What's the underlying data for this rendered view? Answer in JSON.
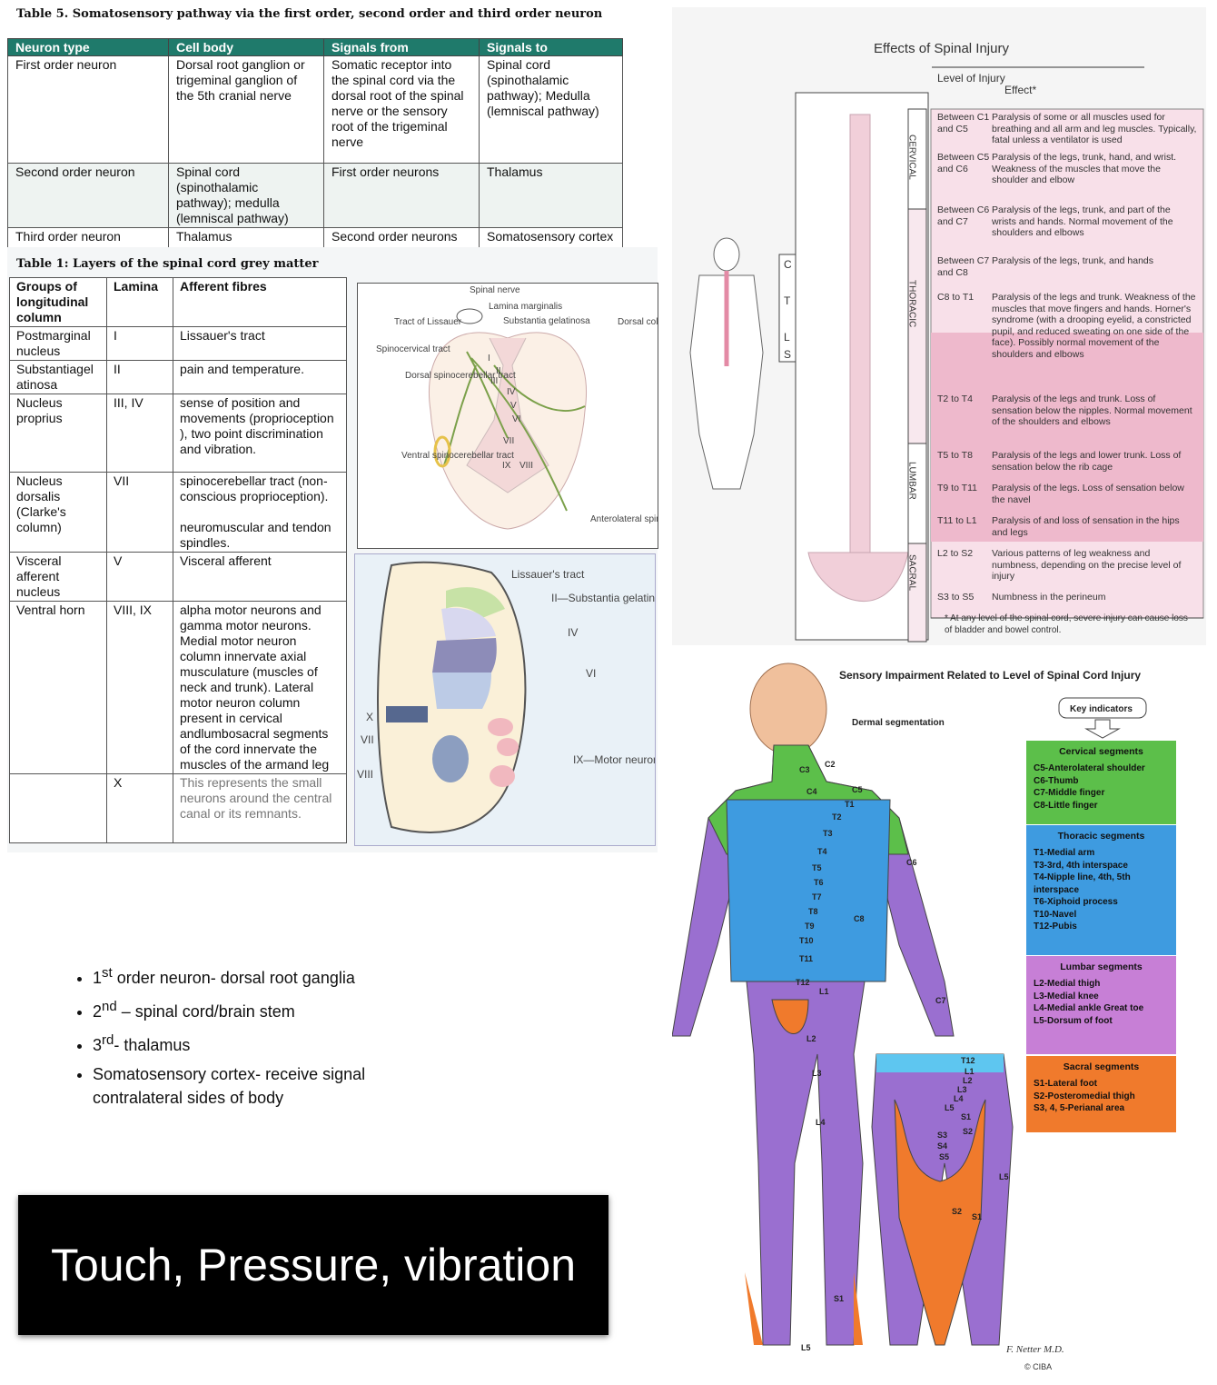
{
  "table5": {
    "title": "Table 5.  Somatosensory pathway via the first order, second order and third order neuron",
    "headers": [
      "Neuron type",
      "Cell body",
      "Signals from",
      "Signals to"
    ],
    "rows": [
      [
        "First order neuron",
        "Dorsal root ganglion or trigeminal ganglion of the 5th cranial nerve",
        "Somatic receptor into the spinal cord via the dorsal root of the spinal nerve or the sensory root of the trigeminal nerve",
        "Spinal cord (spinothalamic pathway); Medulla (lemniscal pathway)"
      ],
      [
        "Second order neuron",
        "Spinal cord (spinothalamic pathway); medulla (lemniscal pathway)",
        "First order neurons",
        "Thalamus"
      ],
      [
        "Third order neuron",
        "Thalamus",
        "Second order neurons",
        "Somatosensory cortex"
      ]
    ]
  },
  "table1": {
    "title": "Table 1:  Layers of the spinal cord grey matter",
    "headers": [
      "Groups of longitudinal column",
      "Lamina",
      "Afferent fibres"
    ],
    "rows": [
      [
        "Postmarginal nucleus",
        "I",
        "Lissauer's tract"
      ],
      [
        "Substantiagel atinosa",
        "II",
        "pain and temperature."
      ],
      [
        "Nucleus proprius",
        "III, IV",
        "sense of position and movements (proprioception ), two point discrimination and vibration."
      ],
      [
        "Nucleus dorsalis (Clarke's column)",
        "VII",
        "spinocerebellar tract (non-conscious proprioception).\n\nneuromuscular and tendon spindles."
      ],
      [
        "Visceral afferent nucleus",
        "V",
        "Visceral afferent"
      ],
      [
        "Ventral horn",
        "VIII, IX",
        "alpha motor neurons and gamma motor neurons. Medial  motor neuron column innervate axial musculature (muscles of neck and trunk). Lateral motor neuron column present in cervical andlumbosacral segments of the cord  innervate the muscles of the armand leg"
      ],
      [
        "",
        "X",
        "This represents the small neurons around the central canal or its remnants."
      ]
    ]
  },
  "fig_cord_top": {
    "labels": [
      "Spinal nerve",
      "Lamina marginalis",
      "Substantia gelatinosa",
      "Tract of Lissauer",
      "Dorsal column",
      "Spinocervical tract",
      "Dorsal spinocerebellar tract",
      "Ventral spinocerebellar tract",
      "Anterolateral spinothalamic pathway"
    ],
    "laminae": [
      "I",
      "II",
      "III",
      "IV",
      "V",
      "VI",
      "VII",
      "VIII",
      "IX"
    ]
  },
  "fig_cord_bottom": {
    "labels": [
      "Lissauer's tract",
      "II—Substantia gelatinosa",
      "IV",
      "VI",
      "X",
      "VII",
      "VIII",
      "IX—Motor neuron pools"
    ]
  },
  "bullets": [
    {
      "sup": "st",
      "pre": "1",
      "text": " order neuron- dorsal root ganglia"
    },
    {
      "sup": "nd",
      "pre": "2",
      "text": " – spinal cord/brain stem"
    },
    {
      "sup": "rd",
      "pre": "3",
      "text": "- thalamus"
    },
    {
      "sup": "",
      "pre": "",
      "text": "Somatosensory cortex- receive signal contralateral sides of body"
    }
  ],
  "banner": "Touch, Pressure, vibration",
  "spinal_injury": {
    "title": "Effects of Spinal Injury",
    "col_level": "Level of Injury",
    "col_effect": "Effect*",
    "regions": [
      "CERVICAL",
      "THORACIC",
      "LUMBAR",
      "SACRAL"
    ],
    "side_letters": [
      "C",
      "T",
      "L",
      "S"
    ],
    "rows": [
      {
        "level": "Between C1 and C5",
        "effect": "Paralysis of some or all muscles used for breathing and all arm and leg muscles. Typically, fatal unless a ventilator is used"
      },
      {
        "level": "Between C5 and C6",
        "effect": "Paralysis of the legs, trunk, hand, and wrist. Weakness of the muscles that move the shoulder and elbow"
      },
      {
        "level": "Between C6 and C7",
        "effect": "Paralysis of the legs, trunk, and part of the wrists and hands. Normal movement of the shoulders and elbows"
      },
      {
        "level": "Between C7 and C8",
        "effect": "Paralysis of the legs, trunk, and hands"
      },
      {
        "level": "C8 to T1",
        "effect": "Paralysis of the legs and trunk. Weakness of the muscles that move fingers and hands. Horner's syndrome (with a drooping eyelid, a constricted pupil, and reduced sweating on one side of the face). Possibly normal movement of the shoulders and elbows"
      },
      {
        "level": "T2 to T4",
        "effect": "Paralysis of the legs and trunk. Loss of sensation below the nipples. Normal movement of the shoulders and elbows"
      },
      {
        "level": "T5 to T8",
        "effect": "Paralysis of the legs and lower trunk. Loss of sensation below the rib cage"
      },
      {
        "level": "T9 to T11",
        "effect": "Paralysis of the legs. Loss of sensation below the navel"
      },
      {
        "level": "T11 to L1",
        "effect": "Paralysis of and loss of sensation in the hips and legs"
      },
      {
        "level": "L2 to S2",
        "effect": "Various patterns of leg weakness and numbness, depending on the precise level of injury"
      },
      {
        "level": "S3 to S5",
        "effect": "Numbness in the perineum"
      }
    ],
    "footnote": "* At any level of the spinal cord, severe injury can cause loss of bladder and bowel control."
  },
  "dermatome": {
    "title": "Sensory Impairment Related to Level of Spinal Cord Injury",
    "dermal_label": "Dermal segmentation",
    "key_label": "Key indicators",
    "groups": [
      {
        "title": "Cervical segments",
        "color": "#5cbf4a",
        "items": [
          "C5-Anterolateral shoulder",
          "C6-Thumb",
          "C7-Middle finger",
          "C8-Little finger"
        ]
      },
      {
        "title": "Thoracic segments",
        "color": "#3e9be0",
        "items": [
          "T1-Medial arm",
          "T3-3rd, 4th interspace",
          "T4-Nipple line, 4th, 5th interspace",
          "T6-Xiphoid process",
          "T10-Navel",
          "T12-Pubis"
        ]
      },
      {
        "title": "Lumbar segments",
        "color": "#c77fd6",
        "items": [
          "L2-Medial thigh",
          "L3-Medial knee",
          "L4-Medial ankle Great toe",
          "L5-Dorsum of foot"
        ]
      },
      {
        "title": "Sacral segments",
        "color": "#f07a2c",
        "items": [
          "S1-Lateral foot",
          "S2-Posteromedial thigh",
          "S3, 4, 5-Perianal area"
        ]
      }
    ],
    "front_labels": [
      "C2",
      "C3",
      "C4",
      "C5",
      "T1",
      "T2",
      "T3",
      "T4",
      "T5",
      "T6",
      "T7",
      "T8",
      "T9",
      "T10",
      "T11",
      "T12",
      "L1",
      "L2",
      "L3",
      "L4",
      "L5",
      "S1",
      "C6",
      "C7",
      "C8"
    ],
    "back_labels": [
      "T12",
      "L1",
      "L2",
      "L3",
      "L4",
      "L5",
      "S1",
      "S2",
      "S3",
      "S4",
      "S5",
      "L5",
      "S2",
      "S1"
    ],
    "signature": "F. Netter M.D.",
    "copyright": "© CIBA"
  },
  "colors": {
    "table_header": "#1f7a6b",
    "cervical": "#5cbf4a",
    "thoracic": "#3e9be0",
    "lumbar": "#c77fd6",
    "sacral": "#f07a2c",
    "spine_pink": "#f1cfd9"
  }
}
